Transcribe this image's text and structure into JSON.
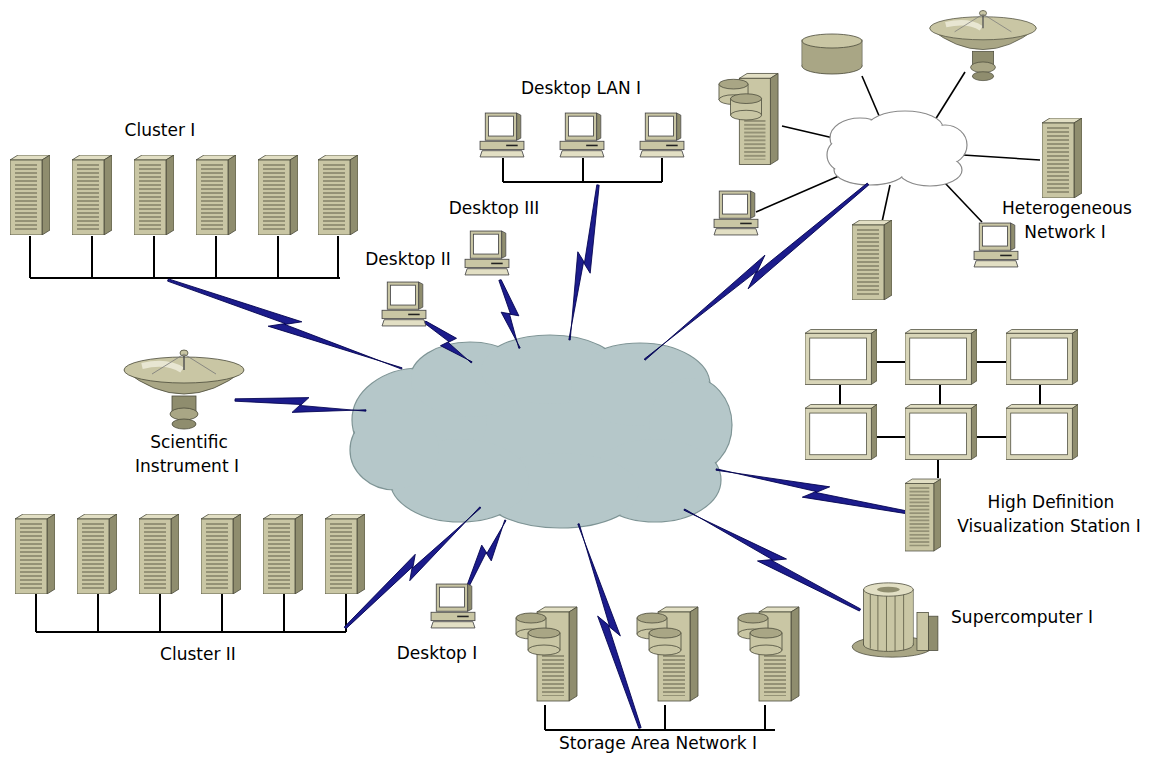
{
  "diagram": {
    "nodes": [
      {
        "text": [
          "Cluster I"
        ]
      },
      {
        "text": [
          "Desktop LAN I"
        ]
      },
      {
        "text": [
          "Desktop III"
        ]
      },
      {
        "text": [
          "Desktop II"
        ]
      },
      {
        "text": [
          "Heterogeneous Network I"
        ]
      },
      {
        "text": [
          "Scientific Instrument I"
        ]
      },
      {
        "text": [
          "High Definition Visualization Station I"
        ]
      },
      {
        "text": [
          "Supercomputer I"
        ]
      },
      {
        "text": [
          "Cluster II"
        ]
      },
      {
        "text": [
          "Desktop I"
        ]
      },
      {
        "text": [
          "Storage Area Network I"
        ]
      }
    ]
  }
}
